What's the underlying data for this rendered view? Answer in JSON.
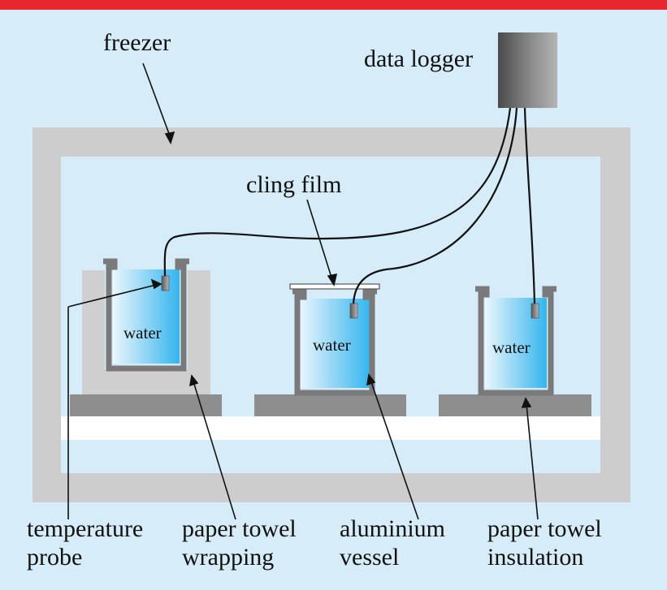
{
  "labels": {
    "freezer": "freezer",
    "data_logger": "data logger",
    "cling_film": "cling film",
    "water_left": "water",
    "water_middle": "water",
    "water_right": "water",
    "temperature_probe_line1": "temperature",
    "temperature_probe_line2": "probe",
    "paper_towel_wrapping_line1": "paper towel",
    "paper_towel_wrapping_line2": "wrapping",
    "aluminium_vessel_line1": "aluminium",
    "aluminium_vessel_line2": "vessel",
    "paper_towel_insulation_line1": "paper towel",
    "paper_towel_insulation_line2": "insulation"
  },
  "colors": {
    "background": "#d6ecf8",
    "top_bar": "#e8262d",
    "freezer_wall": "#cdcdcd",
    "freezer_interior": "#d6ecf8",
    "shelf": "#ffffff",
    "platform": "#8e8e8e",
    "paper_towel_wrap": "#cfcfcf",
    "vessel_wall": "#7a7a7a",
    "water_light": "#eaf6fd",
    "water_dark": "#35b5ee",
    "logger_dark": "#4a4a4a",
    "logger_light": "#a8a8a8",
    "cable": "#111111"
  }
}
